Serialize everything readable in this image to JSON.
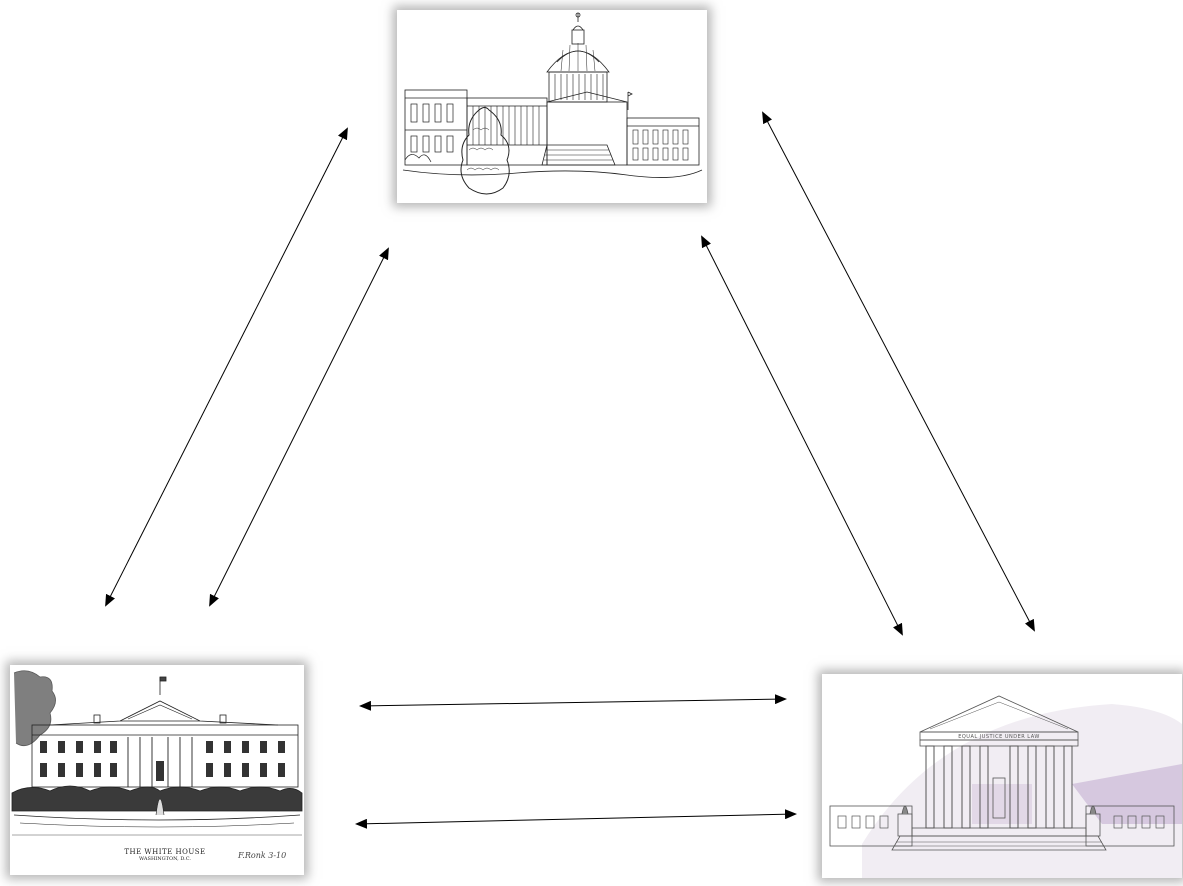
{
  "nodes": [
    {
      "id": "capitol",
      "picture": "capitol-building-sketch"
    },
    {
      "id": "white-house",
      "picture": "white-house-sketch",
      "caption_line1": "THE WHITE HOUSE",
      "caption_line2": "WASHINGTON, D.C.",
      "signature": "F.Ronk 3-10"
    },
    {
      "id": "supreme-court",
      "picture": "supreme-court-sketch",
      "inscription": "EQUAL JUSTICE UNDER LAW"
    }
  ],
  "edges": [
    {
      "from": "capitol",
      "to": "white-house",
      "style": "double-arrow"
    },
    {
      "from": "white-house",
      "to": "capitol",
      "style": "double-arrow"
    },
    {
      "from": "capitol",
      "to": "supreme-court",
      "style": "double-arrow"
    },
    {
      "from": "supreme-court",
      "to": "capitol",
      "style": "double-arrow"
    },
    {
      "from": "white-house",
      "to": "supreme-court",
      "style": "double-arrow"
    },
    {
      "from": "supreme-court",
      "to": "white-house",
      "style": "double-arrow"
    }
  ],
  "colors": {
    "line": "#000000",
    "panel_shadow": "#787878",
    "court_accent": "#cbb8d6"
  }
}
